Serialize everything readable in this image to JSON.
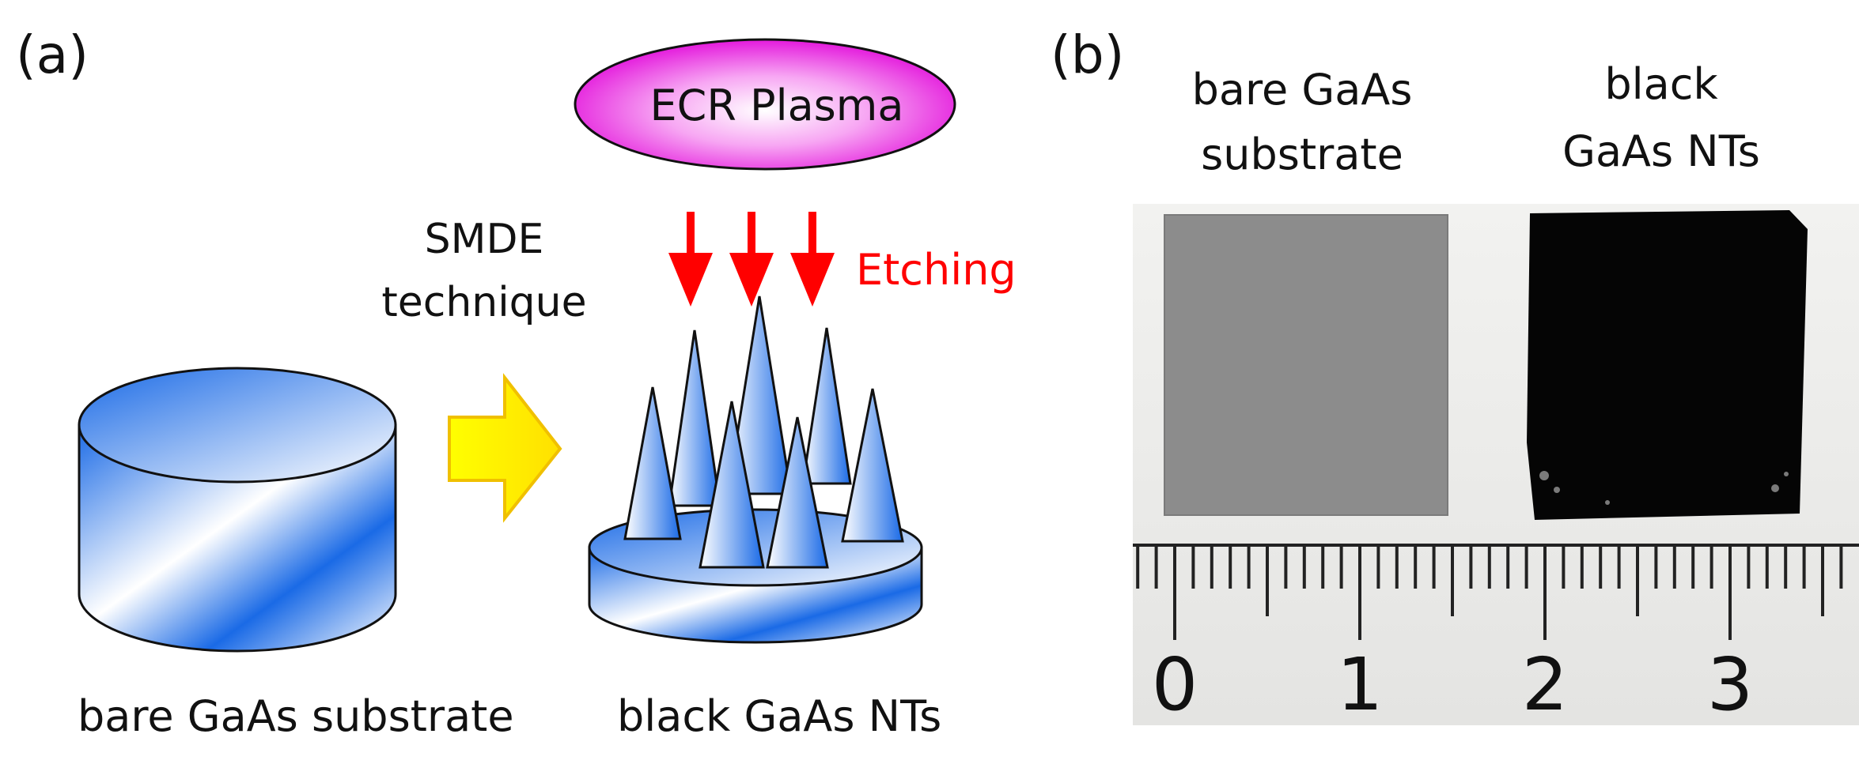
{
  "panel_a": {
    "label": "(a)",
    "plasma_label": "ECR Plasma",
    "process_line1": "SMDE",
    "process_line2": "technique",
    "etching_label": "Etching",
    "left_caption": "bare GaAs substrate",
    "right_caption": "black GaAs NTs"
  },
  "panel_b": {
    "label": "(b)",
    "sample1_line1": "bare GaAs",
    "sample1_line2": "substrate",
    "sample2_line1": "black",
    "sample2_line2": "GaAs NTs",
    "ruler_labels": [
      "0",
      "1",
      "2",
      "3"
    ]
  },
  "colors": {
    "plasma": "#e000d8",
    "arrow_red": "#ff0000",
    "arrow_yellow": "#ffff00",
    "gaas_blue": "#1a6ae6",
    "bare_sample": "#8c8c8c",
    "black_sample": "#050505"
  }
}
